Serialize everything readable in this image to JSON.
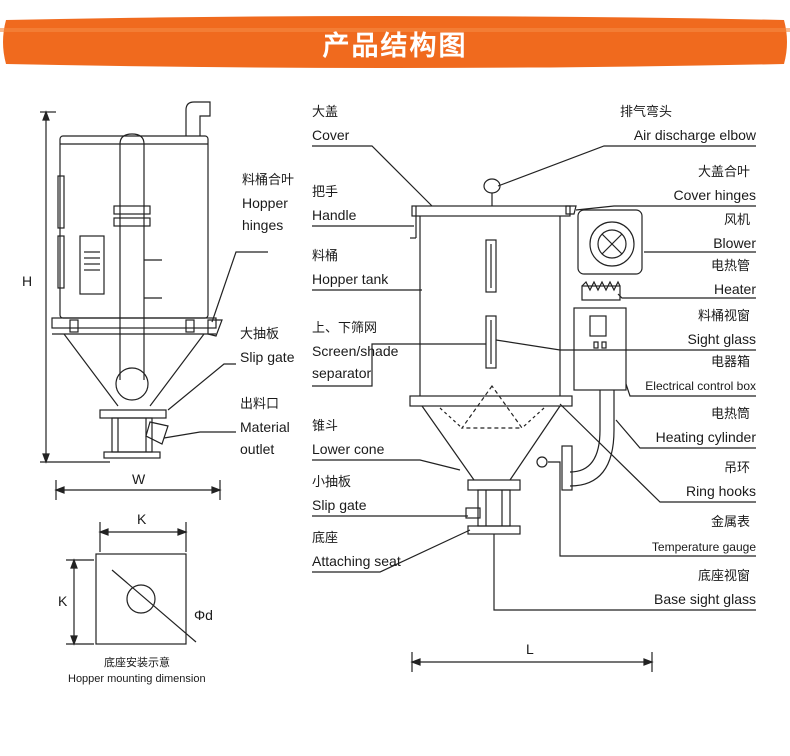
{
  "banner": {
    "title": "产品结构图",
    "color": "#f06a1e"
  },
  "side_view": {
    "dim_h": "H",
    "dim_w": "W",
    "hopper_hinges_cn": "料桶合叶",
    "hopper_hinges_en_1": "Hopper",
    "hopper_hinges_en_2": "hinges",
    "slip_gate_cn": "大抽板",
    "slip_gate_en": "Slip gate",
    "outlet_cn": "出料口",
    "outlet_en_1": "Material",
    "outlet_en_2": "outlet"
  },
  "mounting": {
    "dim_k_top": "K",
    "dim_k_left": "K",
    "dim_d": "Φd",
    "caption_cn": "底座安装示意",
    "caption_en": "Hopper mounting dimension"
  },
  "main_left_labels": {
    "cover_cn": "大盖",
    "cover_en": "Cover",
    "handle_cn": "把手",
    "handle_en": "Handle",
    "tank_cn": "料桶",
    "tank_en": "Hopper tank",
    "screen_cn": "上、下筛网",
    "screen_en_1": "Screen/shade",
    "screen_en_2": "separator",
    "cone_cn": "锥斗",
    "cone_en": "Lower cone",
    "gate_cn": "小抽板",
    "gate_en": "Slip gate",
    "seat_cn": "底座",
    "seat_en": "Attaching seat"
  },
  "main_right_labels": {
    "elbow_cn": "排气弯头",
    "elbow_en": "Air discharge elbow",
    "cover_hinges_cn": "大盖合叶",
    "cover_hinges_en": "Cover hinges",
    "blower_cn": "风机",
    "blower_en": "Blower",
    "heater_cn": "电热管",
    "heater_en": "Heater",
    "sight_cn": "料桶视窗",
    "sight_en": "Sight glass",
    "box_cn": "电器箱",
    "box_en": "Electrical control box",
    "cyl_cn": "电热筒",
    "cyl_en": "Heating cylinder",
    "ring_cn": "吊环",
    "ring_en": "Ring hooks",
    "gauge_cn": "金属表",
    "gauge_en": "Temperature gauge",
    "base_sight_cn": "底座视窗",
    "base_sight_en": "Base sight glass",
    "dim_l": "L"
  }
}
